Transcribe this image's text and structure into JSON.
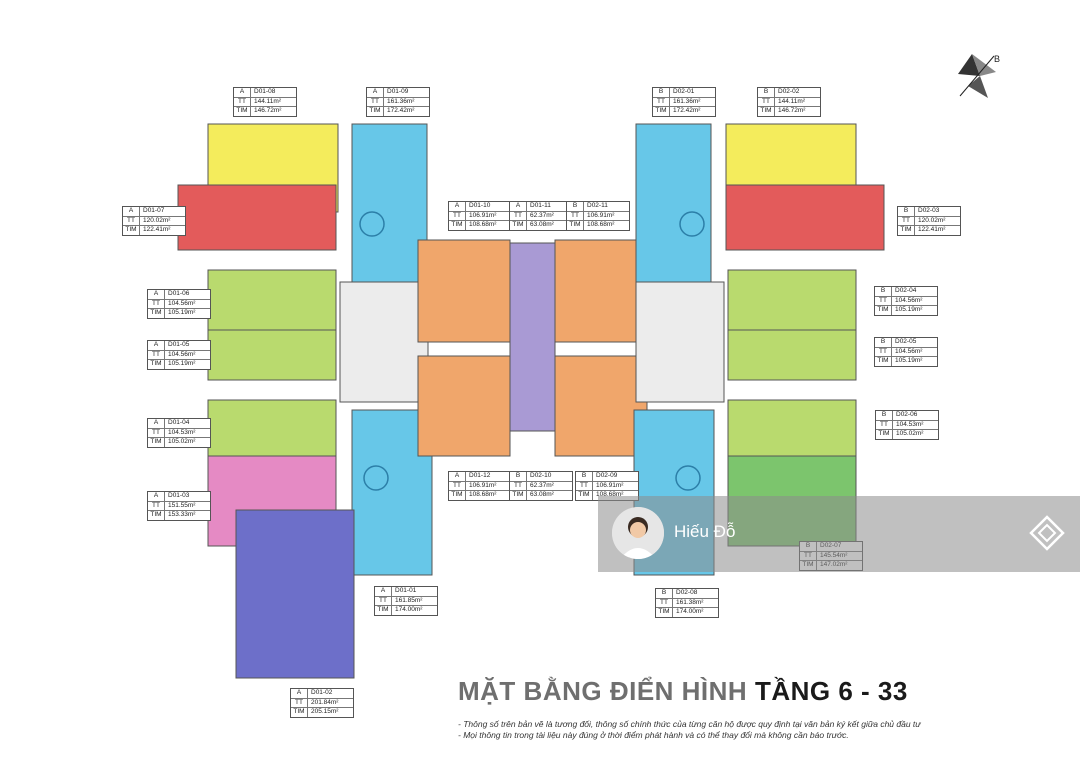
{
  "title": {
    "part1": "MẶT BẰNG ĐIỂN HÌNH",
    "part2": "TẦNG 6 - 33"
  },
  "notes": [
    "- Thông số trên bản vẽ là tương đối, thông số chính thức của từng căn hộ được quy định tại văn bản ký kết giữa chủ đầu tư",
    "- Mọi thông tin trong tài liệu này đúng ở thời điểm phát hành và có thể thay đổi mà không cần báo trước."
  ],
  "compass_letter": "B",
  "tt_label": "TT",
  "tim_label": "TIM",
  "watermark": {
    "author": "Hiếu Đỗ",
    "logo_icon": "house-logo-icon",
    "avatar_icon": "person-avatar-icon"
  },
  "colors": {
    "yellow": "#f4ec5c",
    "red": "#e35b5b",
    "green": "#b9da6e",
    "pink": "#e58ac4",
    "navy": "#6d6fc9",
    "cyan": "#67c7e8",
    "orange": "#f0a66b",
    "purple": "#a99ad4",
    "dark_green": "#7cc56d",
    "core": "#ececec"
  },
  "units": [
    {
      "type": "A",
      "code": "D01-08",
      "tt": "144.11m²",
      "tim": "146.72m²"
    },
    {
      "type": "A",
      "code": "D01-09",
      "tt": "161.36m²",
      "tim": "172.42m²"
    },
    {
      "type": "B",
      "code": "D02-01",
      "tt": "161.36m²",
      "tim": "172.42m²"
    },
    {
      "type": "B",
      "code": "D02-02",
      "tt": "144.11m²",
      "tim": "146.72m²"
    },
    {
      "type": "A",
      "code": "D01-07",
      "tt": "120.02m²",
      "tim": "122.41m²"
    },
    {
      "type": "A",
      "code": "D01-10",
      "tt": "106.91m²",
      "tim": "108.68m²"
    },
    {
      "type": "A",
      "code": "D01-11",
      "tt": "62.37m²",
      "tim": "63.08m²"
    },
    {
      "type": "B",
      "code": "D02-11",
      "tt": "106.91m²",
      "tim": "108.68m²"
    },
    {
      "type": "B",
      "code": "D02-03",
      "tt": "120.02m²",
      "tim": "122.41m²"
    },
    {
      "type": "A",
      "code": "D01-06",
      "tt": "104.56m²",
      "tim": "105.19m²"
    },
    {
      "type": "B",
      "code": "D02-04",
      "tt": "104.56m²",
      "tim": "105.19m²"
    },
    {
      "type": "A",
      "code": "D01-05",
      "tt": "104.56m²",
      "tim": "105.19m²"
    },
    {
      "type": "B",
      "code": "D02-05",
      "tt": "104.56m²",
      "tim": "105.19m²"
    },
    {
      "type": "A",
      "code": "D01-04",
      "tt": "104.53m²",
      "tim": "105.02m²"
    },
    {
      "type": "B",
      "code": "D02-06",
      "tt": "104.53m²",
      "tim": "105.02m²"
    },
    {
      "type": "A",
      "code": "D01-12",
      "tt": "106.91m²",
      "tim": "108.68m²"
    },
    {
      "type": "B",
      "code": "D02-10",
      "tt": "62.37m²",
      "tim": "63.08m²"
    },
    {
      "type": "B",
      "code": "D02-09",
      "tt": "106.91m²",
      "tim": "108.68m²"
    },
    {
      "type": "A",
      "code": "D01-03",
      "tt": "151.55m²",
      "tim": "153.33m²"
    },
    {
      "type": "B",
      "code": "D02-07",
      "tt": "145.54m²",
      "tim": "147.02m²"
    },
    {
      "type": "A",
      "code": "D01-01",
      "tt": "161.85m²",
      "tim": "174.00m²"
    },
    {
      "type": "B",
      "code": "D02-08",
      "tt": "161.38m²",
      "tim": "174.00m²"
    },
    {
      "type": "A",
      "code": "D01-02",
      "tt": "201.84m²",
      "tim": "205.15m²"
    }
  ]
}
